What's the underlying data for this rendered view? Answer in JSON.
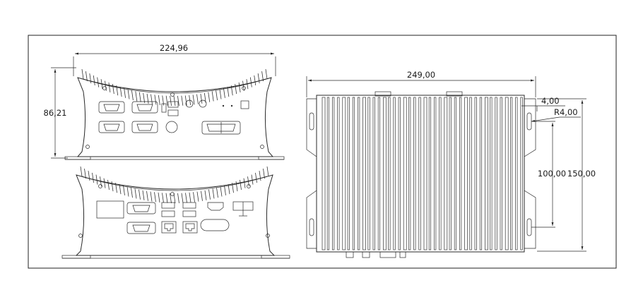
{
  "dimensions": {
    "front_width": "224,96",
    "front_height": "86,21",
    "top_length": "249,00",
    "offset": "4,00",
    "radius": "R4,00",
    "hole_spacing": "100,00",
    "depth": "150,00"
  }
}
